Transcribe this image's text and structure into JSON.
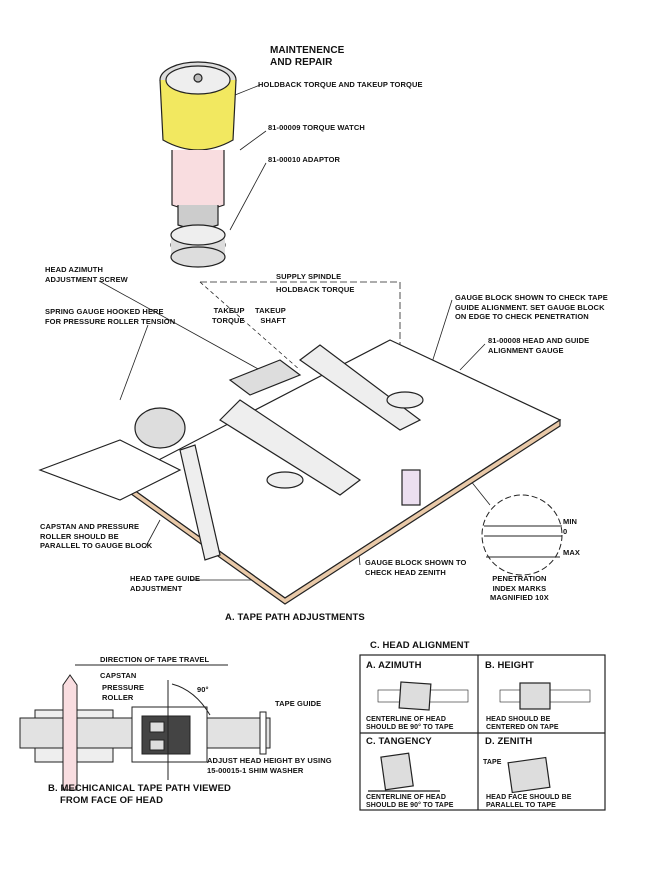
{
  "title": [
    "MAINTENENCE",
    "AND REPAIR"
  ],
  "top_labels": {
    "torque": "HOLDBACK TORQUE AND TAKEUP TORQUE",
    "watch": "81-00009 TORQUE WATCH",
    "adaptor": "81-00010 ADAPTOR"
  },
  "section_a": {
    "heading": "A. TAPE PATH ADJUSTMENTS",
    "azimuth_screw": [
      "HEAD AZIMUTH",
      "ADJUSTMENT SCREW"
    ],
    "supply_spindle": "SUPPLY SPINDLE",
    "holdback_torque": "HOLDBACK TORQUE",
    "takeup_torque": [
      "TAKEUP",
      "TORQUE"
    ],
    "takeup_shaft": [
      "TAKEUP",
      "SHAFT"
    ],
    "spring_gauge": [
      "SPRING GAUGE HOOKED HERE",
      "FOR PRESSURE ROLLER TENSION"
    ],
    "gauge_block_tape": [
      "GAUGE BLOCK SHOWN TO CHECK TAPE",
      "GUIDE ALIGNMENT.  SET GAUGE BLOCK",
      "ON EDGE TO CHECK PENETRATION"
    ],
    "alignment_gauge": [
      "81-00008 HEAD AND GUIDE",
      "ALIGNMENT GAUGE"
    ],
    "capstan_parallel": [
      "CAPSTAN AND PRESSURE",
      "ROLLER SHOULD BE",
      "PARALLEL TO GAUGE BLOCK"
    ],
    "head_tape_guide": [
      "HEAD TAPE GUIDE",
      "ADJUSTMENT"
    ],
    "gauge_block_zenith": [
      "GAUGE BLOCK SHOWN TO",
      "CHECK HEAD ZENITH"
    ],
    "marks": {
      "min": "MIN",
      "zero": "0",
      "max": "MAX"
    },
    "penetration": [
      "PENETRATION",
      "INDEX MARKS",
      "MAGNIFIED 10X"
    ]
  },
  "section_b": {
    "heading": [
      "B. MECHICANICAL  TAPE  PATH  VIEWED",
      "FROM FACE OF HEAD"
    ],
    "direction": "DIRECTION OF TAPE TRAVEL",
    "capstan": "CAPSTAN",
    "pressure_roller": [
      "PRESSURE",
      "ROLLER"
    ],
    "angle": "90°",
    "tape_guide": "TAPE GUIDE",
    "adjust": [
      "ADJUST HEAD HEIGHT BY USING",
      "15-00015-1 SHIM WASHER"
    ]
  },
  "section_c": {
    "heading": "C. HEAD ALIGNMENT",
    "panels": [
      {
        "title": "A. AZIMUTH",
        "caption": [
          "CENTERLINE OF HEAD",
          "SHOULD BE 90° TO TAPE"
        ]
      },
      {
        "title": "B. HEIGHT",
        "caption": [
          "HEAD SHOULD BE",
          "CENTERED ON TAPE"
        ]
      },
      {
        "title": "C. TANGENCY",
        "caption": [
          "CENTERLINE OF HEAD",
          "SHOULD BE 90° TO TAPE"
        ]
      },
      {
        "title": "D. ZENITH",
        "caption": [
          "HEAD FACE SHOULD  BE",
          "PARALLEL TO TAPE"
        ],
        "tape_label": "TAPE"
      }
    ]
  }
}
